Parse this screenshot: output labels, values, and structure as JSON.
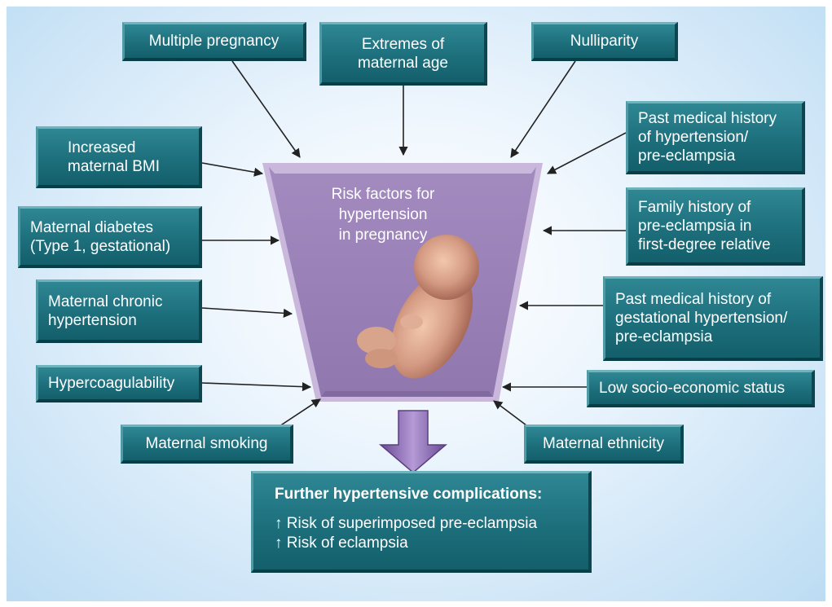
{
  "center": {
    "line1": "Risk factors for hypertension",
    "line2": "in pregnancy"
  },
  "factors": {
    "multiple_pregnancy": [
      "Multiple pregnancy"
    ],
    "extremes_age": [
      "Extremes of",
      "maternal age"
    ],
    "nulliparity": [
      "Nulliparity"
    ],
    "pmh_hypertension": [
      "Past medical history",
      "of hypertension/",
      "pre-eclampsia"
    ],
    "increased_bmi": [
      "Increased",
      "maternal BMI"
    ],
    "family_history": [
      "Family history of",
      "pre-eclampsia in",
      "first-degree relative"
    ],
    "maternal_diabetes": [
      "Maternal diabetes",
      "(Type 1, gestational)"
    ],
    "chronic_hypertension": [
      "Maternal chronic",
      "hypertension"
    ],
    "pmh_gestational": [
      "Past medical history of",
      "gestational hypertension/",
      "pre-eclampsia"
    ],
    "hypercoagulability": [
      "Hypercoagulability"
    ],
    "low_ses": [
      "Low socio-economic status"
    ],
    "maternal_smoking": [
      "Maternal smoking"
    ],
    "maternal_ethnicity": [
      "Maternal ethnicity"
    ]
  },
  "outcome": {
    "title": "Further hypertensive complications:",
    "items": [
      "↑ Risk of superimposed pre-eclampsia",
      "↑ Risk of eclampsia"
    ]
  },
  "colors": {
    "box": "#1d6f7c",
    "funnel": "#9d80b8",
    "arrow_fill": "#9b7fc0"
  },
  "icons": {
    "center_image": "fetus-illustration"
  }
}
